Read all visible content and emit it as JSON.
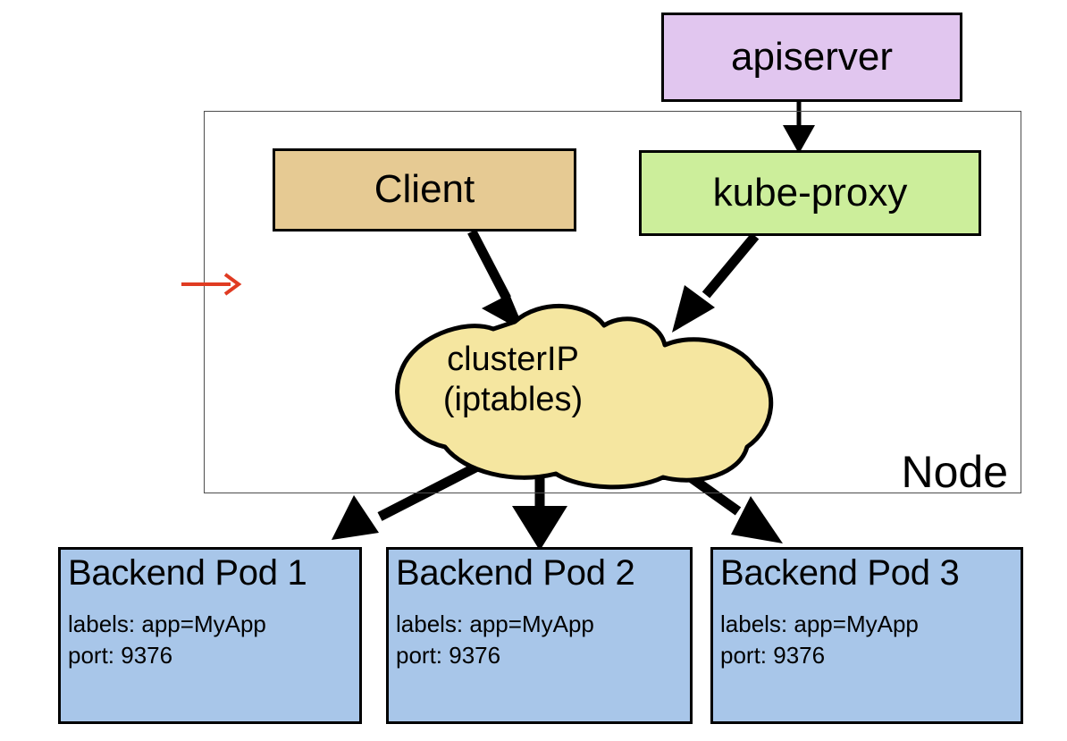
{
  "diagram": {
    "title": "Kubernetes ClusterIP Service traffic flow",
    "colors": {
      "apiserver_fill": "#e1c6ef",
      "client_fill": "#e6ca93",
      "kubeproxy_fill": "#ccee9b",
      "cloud_fill": "#f5e6a0",
      "pod_fill": "#a8c6e9",
      "stroke": "#000000",
      "node_border": "#4d4d4d",
      "marker_red": "#e03b22"
    }
  },
  "node": {
    "label": "Node"
  },
  "boxes": {
    "apiserver": {
      "label": "apiserver"
    },
    "client": {
      "label": "Client"
    },
    "kubeproxy": {
      "label": "kube-proxy"
    }
  },
  "cloud": {
    "line1": "clusterIP",
    "line2": "(iptables)"
  },
  "pods": [
    {
      "title": "Backend Pod 1",
      "labels": "labels: app=MyApp",
      "port": "port: 9376"
    },
    {
      "title": "Backend Pod 2",
      "labels": "labels: app=MyApp",
      "port": "port: 9376"
    },
    {
      "title": "Backend Pod 3",
      "labels": "labels: app=MyApp",
      "port": "port: 9376"
    }
  ],
  "edges": [
    {
      "name": "apiserver-to-kube-proxy",
      "from": "apiserver",
      "to": "kube-proxy",
      "style": "thin"
    },
    {
      "name": "client-to-clusterip",
      "from": "client",
      "to": "clusterIP",
      "style": "thick"
    },
    {
      "name": "kube-proxy-to-clusterip",
      "from": "kube-proxy",
      "to": "clusterIP",
      "style": "thick"
    },
    {
      "name": "clusterip-to-pod-1",
      "from": "clusterIP",
      "to": "Backend Pod 1",
      "style": "thick"
    },
    {
      "name": "clusterip-to-pod-2",
      "from": "clusterIP",
      "to": "Backend Pod 2",
      "style": "thick"
    },
    {
      "name": "clusterip-to-pod-3",
      "from": "clusterIP",
      "to": "Backend Pod 3",
      "style": "thick"
    }
  ],
  "annotation": {
    "inbound_marker": "red-inbound-arrow"
  }
}
